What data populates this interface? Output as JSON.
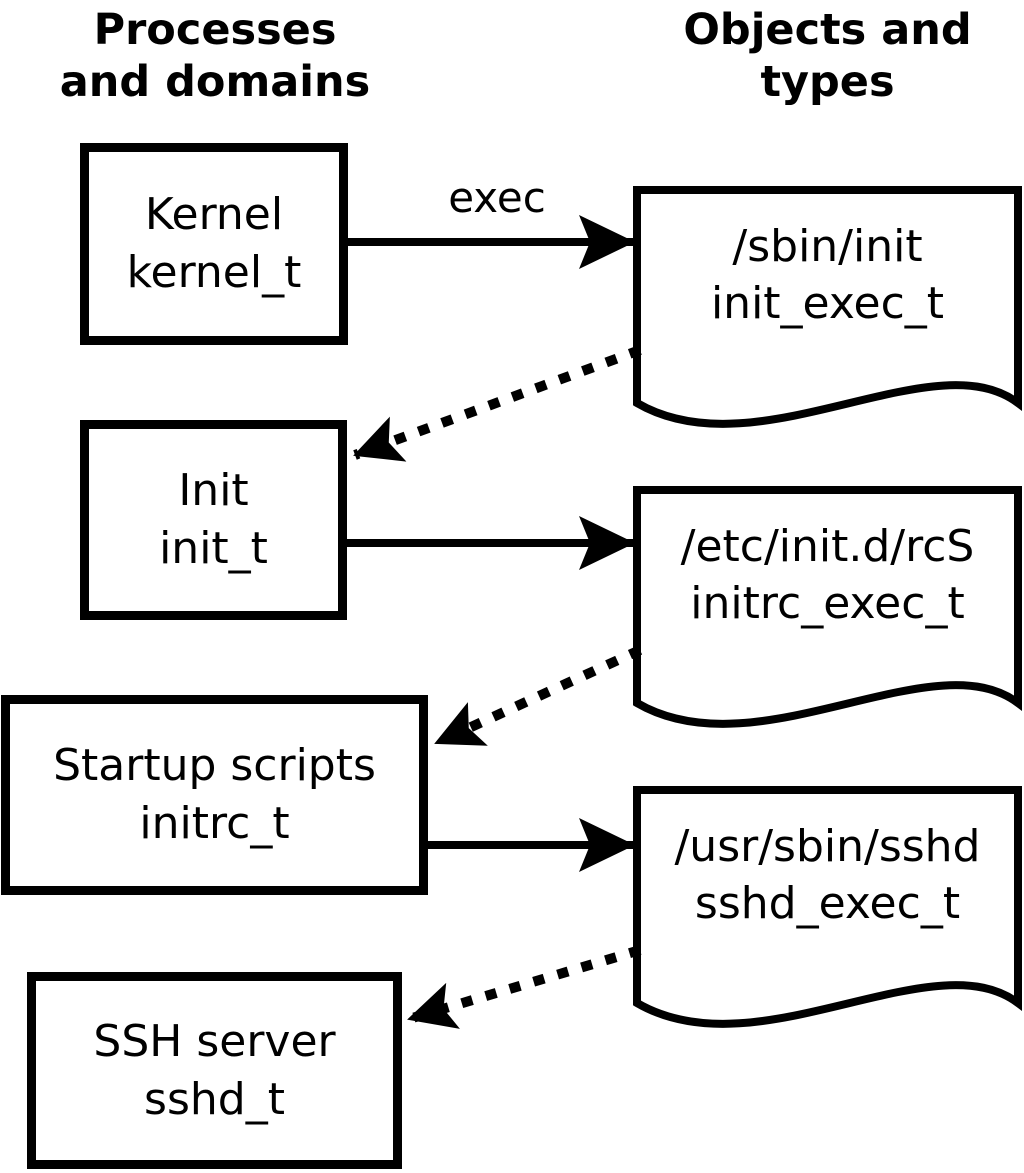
{
  "headers": {
    "left": {
      "line1": "Processes",
      "line2": "and domains"
    },
    "right": {
      "line1": "Objects and",
      "line2": "types"
    }
  },
  "processes": [
    {
      "name": "Kernel",
      "type": "kernel_t"
    },
    {
      "name": "Init",
      "type": "init_t"
    },
    {
      "name": "Startup scripts",
      "type": "initrc_t"
    },
    {
      "name": "SSH server",
      "type": "sshd_t"
    }
  ],
  "objects": [
    {
      "path": "/sbin/init",
      "type": "init_exec_t"
    },
    {
      "path": "/etc/init.d/rcS",
      "type": "initrc_exec_t"
    },
    {
      "path": "/usr/sbin/sshd",
      "type": "sshd_exec_t"
    }
  ],
  "arrows": {
    "exec_label": "exec",
    "solid_transitions": [
      {
        "from": "kernel_t",
        "to": "init_exec_t",
        "label": "exec",
        "style": "solid"
      },
      {
        "from": "init_t",
        "to": "initrc_exec_t",
        "label": "",
        "style": "solid"
      },
      {
        "from": "initrc_t",
        "to": "sshd_exec_t",
        "label": "",
        "style": "solid"
      }
    ],
    "dotted_transitions": [
      {
        "from": "init_exec_t",
        "to": "init_t",
        "style": "dotted"
      },
      {
        "from": "initrc_exec_t",
        "to": "initrc_t",
        "style": "dotted"
      },
      {
        "from": "sshd_exec_t",
        "to": "sshd_t",
        "style": "dotted"
      }
    ]
  },
  "colors": {
    "foreground": "#000000",
    "background": "#ffffff"
  }
}
